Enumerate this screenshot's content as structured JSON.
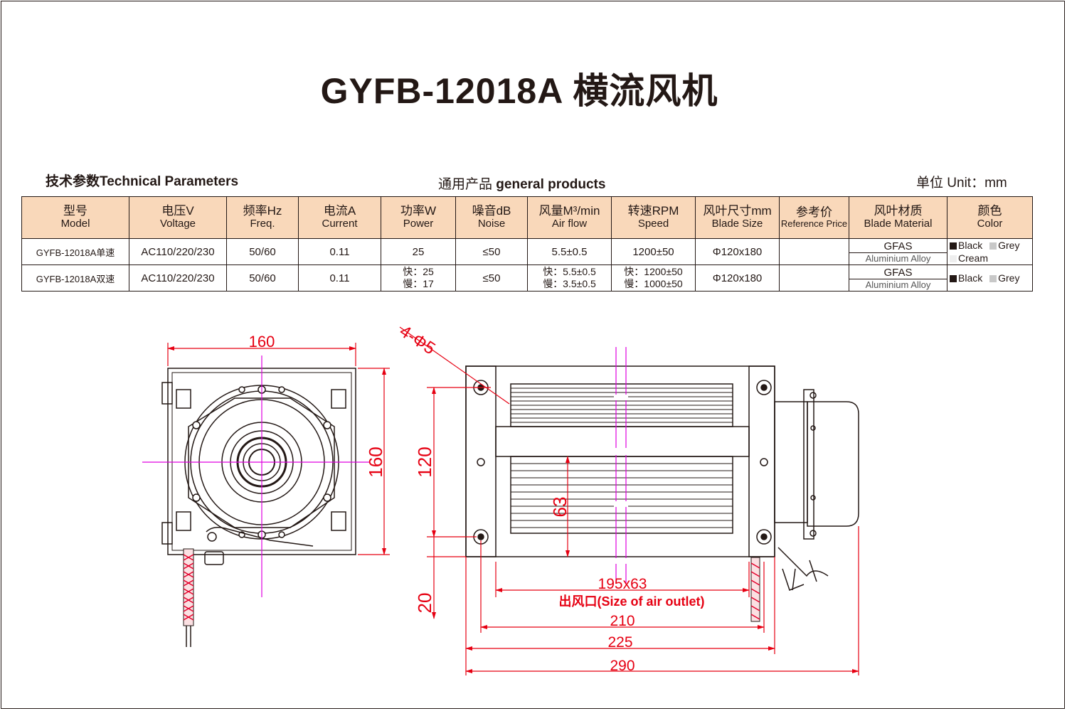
{
  "title": "GYFB-12018A 横流风机",
  "labels": {
    "tech_params_cn": "技术参数",
    "tech_params_en": "Technical Parameters",
    "general_cn": "通用产品",
    "general_en": "general products",
    "unit_cn": "单位",
    "unit_en": "Unit：mm"
  },
  "table": {
    "headers": [
      {
        "cn": "型号",
        "en": "Model"
      },
      {
        "cn": "电压V",
        "en": "Voltage"
      },
      {
        "cn": "频率Hz",
        "en": "Freq."
      },
      {
        "cn": "电流A",
        "en": "Current"
      },
      {
        "cn": "功率W",
        "en": "Power"
      },
      {
        "cn": "噪音dB",
        "en": "Noise"
      },
      {
        "cn": "风量M³/min",
        "en": "Air flow"
      },
      {
        "cn": "转速RPM",
        "en": "Speed"
      },
      {
        "cn": "风叶尺寸mm",
        "en": "Blade Size"
      },
      {
        "cn": "参考价",
        "en": "Reference Price"
      },
      {
        "cn": "风叶材质",
        "en": "Blade Material"
      },
      {
        "cn": "颜色",
        "en": "Color"
      }
    ],
    "rows": [
      {
        "model": "GYFB-12018A单速",
        "voltage": "AC110/220/230",
        "freq": "50/60",
        "current": "0.11",
        "power": [
          "25"
        ],
        "noise": "≤50",
        "airflow": [
          "5.5±0.5"
        ],
        "speed": [
          "1200±50"
        ],
        "blade_size": "Φ120x180",
        "price": "",
        "material": "GFAS",
        "material_sub": "Aluminium Alloy",
        "colors": [
          "Black",
          "Grey",
          "Cream"
        ]
      },
      {
        "model": "GYFB-12018A双速",
        "voltage": "AC110/220/230",
        "freq": "50/60",
        "current": "0.11",
        "power": [
          "快：25",
          "慢：17"
        ],
        "noise": "≤50",
        "airflow": [
          "快：5.5±0.5",
          "慢：3.5±0.5"
        ],
        "speed": [
          "快：1200±50",
          "慢：1000±50"
        ],
        "blade_size": "Φ120x180",
        "price": "",
        "material": "GFAS",
        "material_sub": "Aluminium Alloy",
        "colors": [
          "Black",
          "Grey"
        ]
      }
    ],
    "color_swatches": {
      "Black": "#231815",
      "Grey": "#c8c8c8",
      "Cream": "#eeeeee"
    }
  },
  "drawing": {
    "dims": {
      "width_left": "160",
      "height_left": "160",
      "hole_spec": "4-Φ5",
      "hole_pitch_v": "120",
      "outlet_h": "63",
      "bottom_off": "20",
      "outlet_size": "195x63",
      "outlet_caption": "出风口(Size of  air outlet)",
      "d210": "210",
      "d225": "225",
      "d290": "290"
    },
    "colors": {
      "dim": "#e60012",
      "line": "#231815",
      "center": "#e000e0",
      "wire": "#e3002b"
    }
  }
}
